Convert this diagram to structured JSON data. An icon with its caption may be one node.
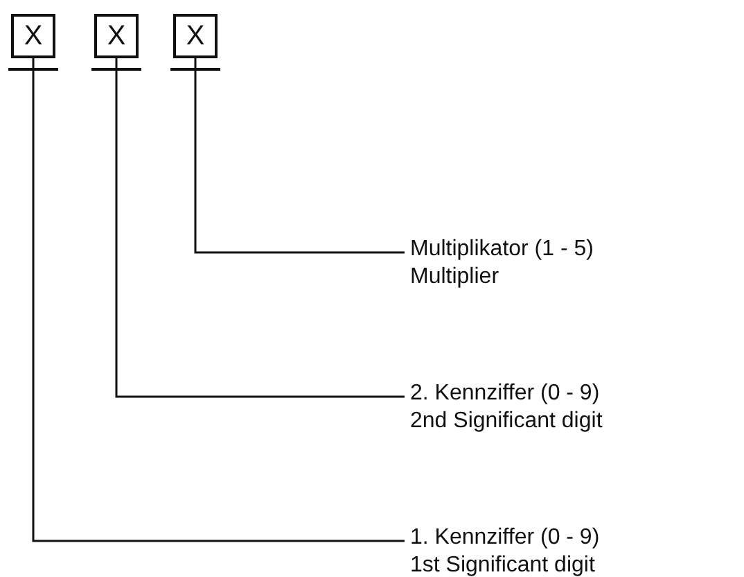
{
  "diagram": {
    "nodes": [
      {
        "text": [
          "X"
        ]
      },
      {
        "text": [
          "X"
        ]
      },
      {
        "text": [
          "X"
        ]
      },
      {
        "text": [
          "Multiplikator (1 - 5)",
          "Multiplier"
        ]
      },
      {
        "text": [
          "2. Kennziffer (0 - 9)",
          "2nd Significant digit"
        ]
      },
      {
        "text": [
          "1. Kennziffer (0 - 9)",
          "1st Significant digit"
        ]
      }
    ],
    "edges": [
      {
        "from": 3,
        "to": 2,
        "arrow": "none"
      },
      {
        "from": 4,
        "to": 1,
        "arrow": "none"
      },
      {
        "from": 5,
        "to": 0,
        "arrow": "none"
      }
    ]
  }
}
